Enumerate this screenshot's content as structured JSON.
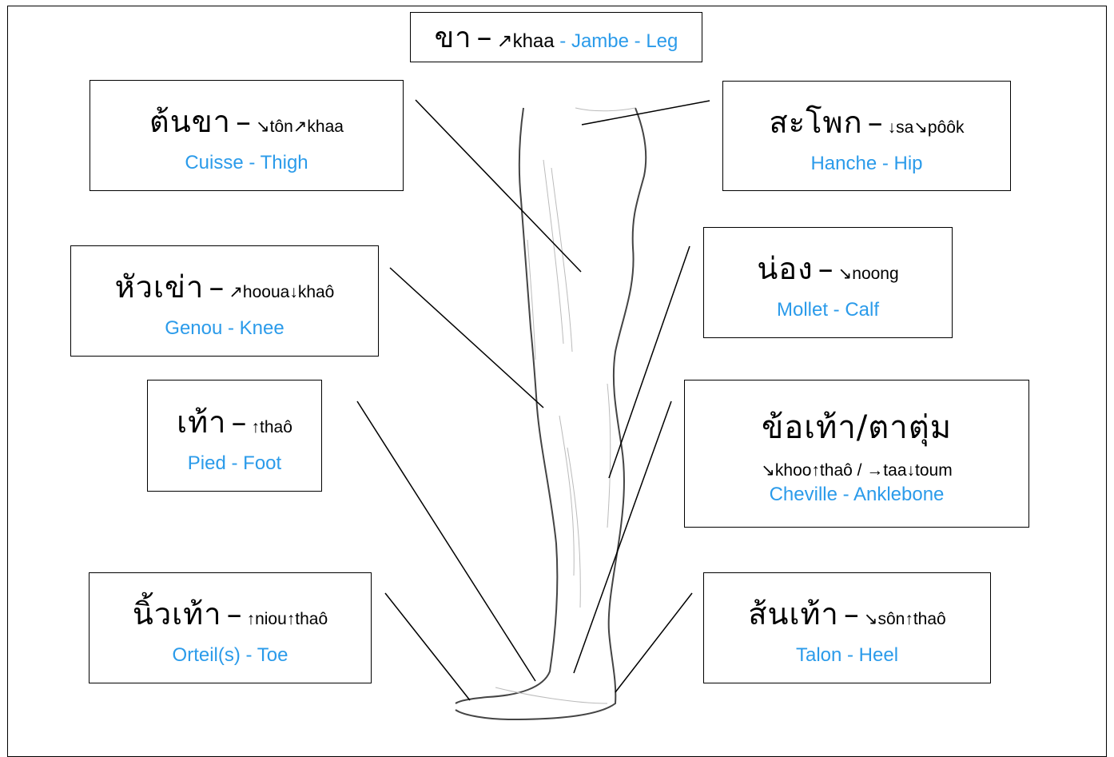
{
  "title": {
    "thai": "ขา",
    "dash": "–",
    "romanization": "↗khaa",
    "sep": " - ",
    "translation": "Jambe - Leg"
  },
  "labels": {
    "thigh": {
      "thai": "ต้นขา",
      "dash": "–",
      "romanization": "↘tôn↗khaa",
      "translation": "Cuisse - Thigh"
    },
    "hip": {
      "thai": "สะโพก",
      "dash": "–",
      "romanization": "↓sa↘pôôk",
      "translation": "Hanche - Hip"
    },
    "knee": {
      "thai": "หัวเข่า",
      "dash": "–",
      "romanization": "↗hooua↓khaô",
      "translation": "Genou - Knee"
    },
    "calf": {
      "thai": "น่อง",
      "dash": "–",
      "romanization": "↘noong",
      "translation": "Mollet - Calf"
    },
    "foot": {
      "thai": "เท้า",
      "dash": "–",
      "romanization": "↑thaô",
      "translation": "Pied - Foot"
    },
    "ankle": {
      "thai": "ข้อเท้า/ตาตุ่ม",
      "romanization": "↘khoo↑thaô / →taa↓toum",
      "translation": "Cheville - Anklebone"
    },
    "toe": {
      "thai": "นิ้วเท้า",
      "dash": "–",
      "romanization": "↑niou↑thaô",
      "translation": "Orteil(s) - Toe"
    },
    "heel": {
      "thai": "ส้นเท้า",
      "dash": "–",
      "romanization": "↘sôn↑thaô",
      "translation": "Talon - Heel"
    }
  },
  "colors": {
    "translation": "#2b9bea",
    "border": "#000000"
  }
}
